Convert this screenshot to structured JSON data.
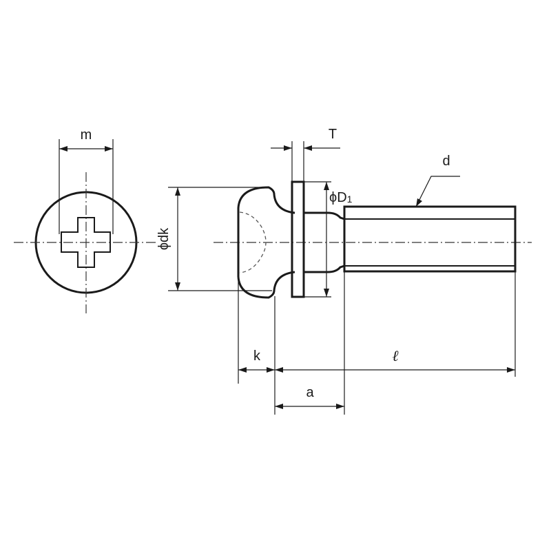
{
  "labels": {
    "m": "m",
    "T": "T",
    "d": "d",
    "D1_prefix": "ϕD",
    "D1_sub": "1",
    "dk": "ϕdk",
    "k": "k",
    "ell": "ℓ",
    "a": "a"
  }
}
